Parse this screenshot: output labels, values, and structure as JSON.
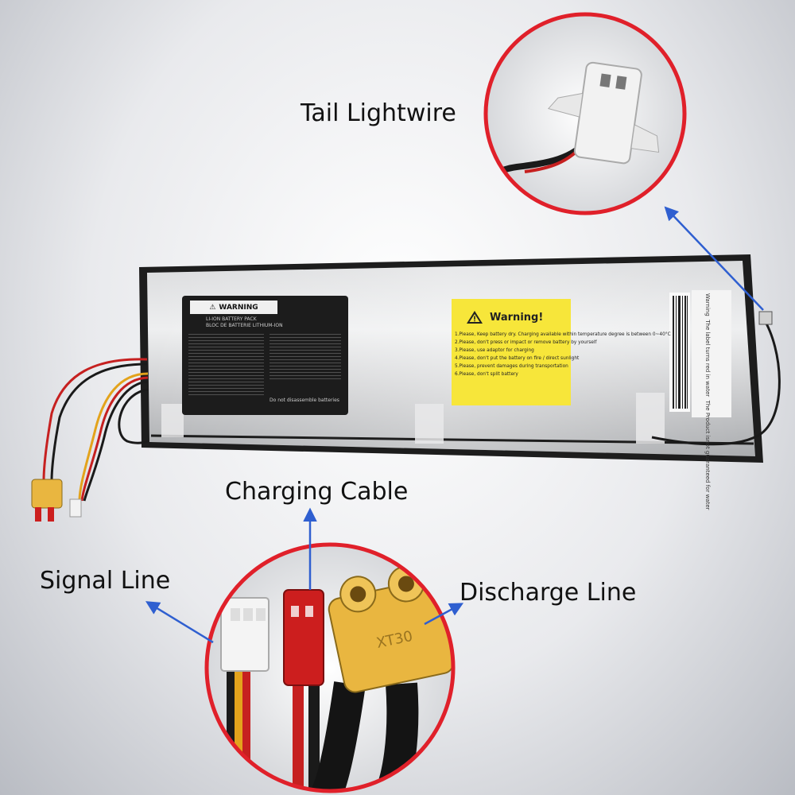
{
  "labels": {
    "tail_lightwire": "Tail Lightwire",
    "charging_cable": "Charging Cable",
    "signal_line": "Signal Line",
    "discharge_line": "Discharge Line"
  },
  "battery_label": {
    "header": "WARNING",
    "line1": "LI-ION BATTERY PACK",
    "line2": "BLOC DE BATTERIE LITHIUM-ION",
    "footer": "Do not disassemble batteries"
  },
  "yellow_warning": {
    "title": "Warning!",
    "items": [
      "1.Please, Keep battery dry. Charging available within temperature degree is between 0~40°C",
      "2.Please, don't press or impact or remove battery by yourself",
      "3.Please, use adaptor for charging",
      "4.Please, don't put the battery on fire / direct sunlight",
      "5.Please, prevent damages during transportation",
      "6.Please, don't split battery"
    ]
  },
  "side_label": {
    "title": "Warning",
    "line1": "The label turns red in water",
    "line2": "The Product isnot guaranteed for water"
  },
  "connector_marking": "XT30",
  "colors": {
    "circle": "#e0202a",
    "arrow": "#2f5fd0",
    "label_black": "#1c1c1c",
    "label_yellow": "#f7e63a",
    "connector_yellow": "#e9b640",
    "plug_red": "#cc1e1e"
  }
}
